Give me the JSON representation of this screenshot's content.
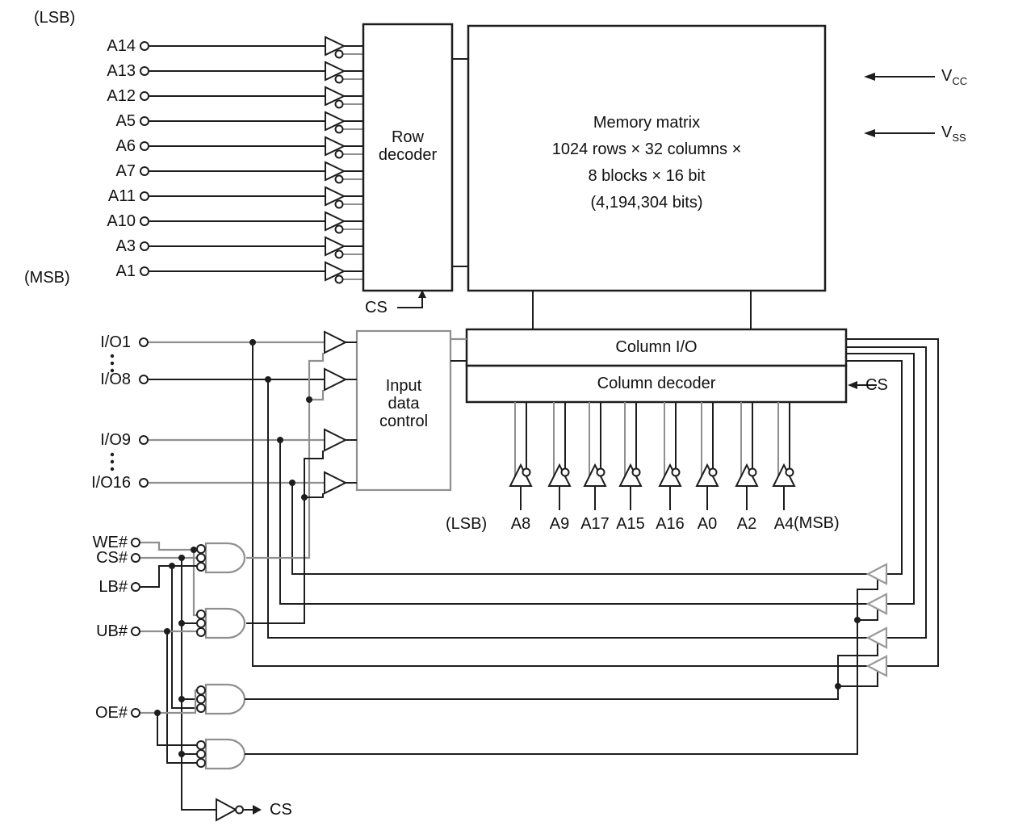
{
  "colors": {
    "wire": "#1d1d1d",
    "wire_gray": "#8f8f8f",
    "text": "#111111"
  },
  "top_left": {
    "lsb": "(LSB)",
    "msb": "(MSB)",
    "pins": [
      "A14",
      "A13",
      "A12",
      "A5",
      "A6",
      "A7",
      "A11",
      "A10",
      "A3",
      "A1"
    ]
  },
  "row_decoder": {
    "line1": "Row",
    "line2": "decoder",
    "cs": "CS"
  },
  "memory_matrix": {
    "line1": "Memory matrix",
    "line2": "1024 rows × 32 columns ×",
    "line3": "8 blocks × 16 bit",
    "line4": "(4,194,304 bits)"
  },
  "power": {
    "vcc_base": "V",
    "vcc_sub": "CC",
    "vss_base": "V",
    "vss_sub": "SS"
  },
  "column_io": {
    "label": "Column I/O"
  },
  "column_decoder": {
    "label": "Column decoder",
    "cs": "CS"
  },
  "input_data_control": {
    "line1": "Input",
    "line2": "data",
    "line3": "control"
  },
  "io_pins": {
    "pins": [
      "I/O1",
      "I/O8",
      "I/O9",
      "I/O16"
    ]
  },
  "column_addresses": {
    "lsb": "(LSB)",
    "msb": "(MSB)",
    "pins": [
      "A8",
      "A9",
      "A17",
      "A15",
      "A16",
      "A0",
      "A2",
      "A4"
    ]
  },
  "controls": {
    "pins": [
      "WE#",
      "CS#",
      "LB#",
      "UB#",
      "OE#"
    ]
  },
  "cs_output": {
    "label": "CS"
  }
}
